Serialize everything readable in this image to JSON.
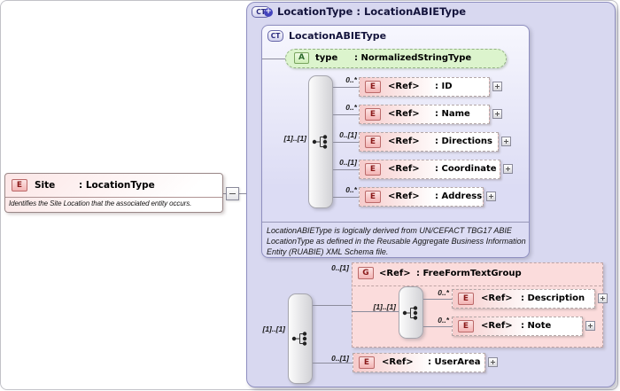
{
  "site": {
    "badge": "E",
    "name": "Site",
    "type": ": LocationType",
    "annotation": "Identifies the Site Location that the associated entity occurs."
  },
  "location_type": {
    "badge": "CT",
    "plus": "+",
    "title": "LocationType : LocationABIEType",
    "base_type": {
      "badge": "CT",
      "title": "LocationABIEType",
      "attribute": {
        "badge": "A",
        "name": "type",
        "type": ": NormalizedStringType"
      },
      "sequence": {
        "cardinality": "[1]..[1]"
      },
      "elements": [
        {
          "cardinality": "0..*",
          "badge": "E",
          "name": "<Ref>",
          "type": ": ID"
        },
        {
          "cardinality": "0..*",
          "badge": "E",
          "name": "<Ref>",
          "type": ": Name"
        },
        {
          "cardinality": "0..[1]",
          "badge": "E",
          "name": "<Ref>",
          "type": ": Directions"
        },
        {
          "cardinality": "0..[1]",
          "badge": "E",
          "name": "<Ref>",
          "type": ": Coordinate"
        },
        {
          "cardinality": "0..*",
          "badge": "E",
          "name": "<Ref>",
          "type": ": Address"
        }
      ],
      "annotation": "LocationABIEType is logically derived from UN/CEFACT TBG17 ABIE LocationType as defined in the Reusable Aggregate Business Information Entity (RUABIE) XML Schema file."
    },
    "extension": {
      "sequence": {
        "cardinality": "[1]..[1]"
      },
      "group": {
        "cardinality": "0..[1]",
        "badge": "G",
        "name": "<Ref>",
        "type": ": FreeFormTextGroup",
        "sequence": {
          "cardinality": "[1]..[1]"
        },
        "elements": [
          {
            "cardinality": "0..*",
            "badge": "E",
            "name": "<Ref>",
            "type": ": Description"
          },
          {
            "cardinality": "0..*",
            "badge": "E",
            "name": "<Ref>",
            "type": ": Note"
          }
        ]
      },
      "user_area": {
        "cardinality": "0..[1]",
        "badge": "E",
        "name": "<Ref>",
        "type": ": UserArea"
      }
    }
  },
  "colors": {
    "outer_background": "#d8d8f0",
    "type_border": "#8f8fc0",
    "element_pink": "#f6cbcb",
    "group_pink": "#fbdcdc",
    "attribute_green": "#dcf4cd",
    "element_badge_text": "#8b1a1a",
    "attribute_badge_text": "#2d6a2d",
    "complextype_badge_text": "#2b2b7e",
    "connector_gray": "#8c8c9c"
  }
}
